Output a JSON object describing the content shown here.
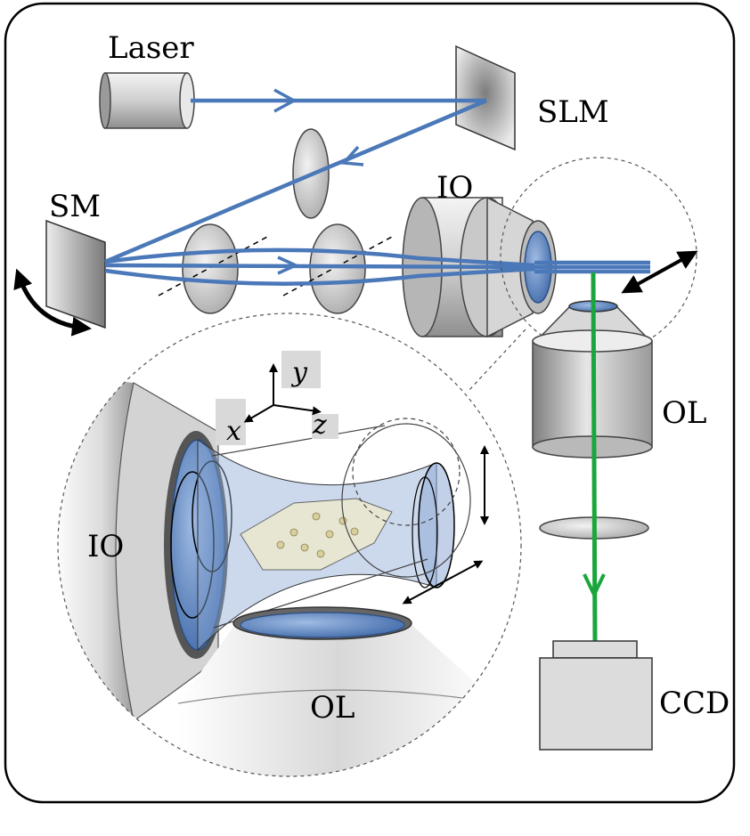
{
  "labels": {
    "laser": "Laser",
    "slm": "SLM",
    "sm": "SM",
    "io": "IO",
    "ol": "OL",
    "ccd": "CCD",
    "inset_io": "IO",
    "inset_ol": "OL"
  },
  "axes": {
    "x": "x",
    "y": "y",
    "z": "z"
  },
  "colors": {
    "laser_beam": "#4a78b8",
    "detection_beam": "#1aa63c",
    "sample_blue": "#5b83c2",
    "frame": "#000000"
  }
}
